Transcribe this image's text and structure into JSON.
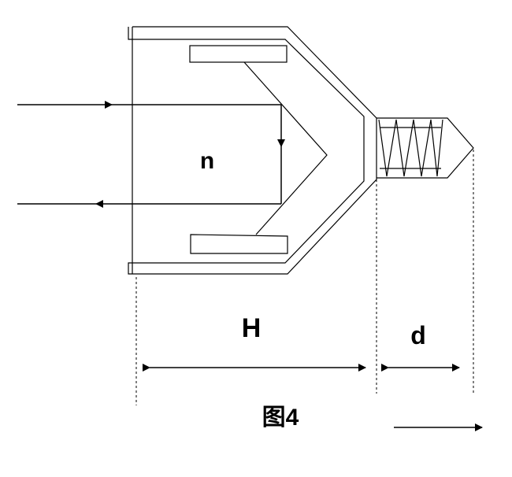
{
  "labels": {
    "n": "n",
    "H": "H",
    "d": "d",
    "caption": "图4"
  }
}
